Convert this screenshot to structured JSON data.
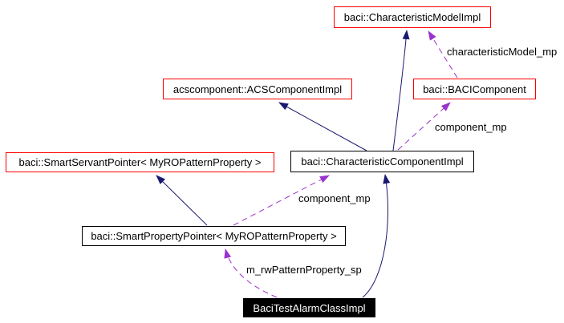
{
  "diagram": {
    "type": "collaboration-graph",
    "background": "#ffffff",
    "colors": {
      "inheritance_edge": "#191970",
      "usage_edge": "#9a32cd",
      "highlight_node_border": "#ff0000",
      "normal_node_border": "#000000",
      "current_node_fill": "#000000",
      "current_node_text": "#ffffff"
    },
    "nodes": [
      {
        "id": "characteristic_model_impl",
        "label": "baci::CharacteristicModelImpl",
        "border": "red"
      },
      {
        "id": "acs_component_impl",
        "label": "acscomponent::ACSComponentImpl",
        "border": "red"
      },
      {
        "id": "baci_component",
        "label": "baci::BACIComponent",
        "border": "red"
      },
      {
        "id": "smart_servant_pointer",
        "label": "baci::SmartServantPointer< MyROPatternProperty >",
        "border": "red"
      },
      {
        "id": "characteristic_component_impl",
        "label": "baci::CharacteristicComponentImpl",
        "border": "black"
      },
      {
        "id": "smart_property_pointer",
        "label": "baci::SmartPropertyPointer< MyROPatternProperty >",
        "border": "black"
      },
      {
        "id": "baci_test_alarm_class_impl",
        "label": "BaciTestAlarmClassImpl",
        "border": "black",
        "filled": true
      }
    ],
    "edges": [
      {
        "from": "characteristic_component_impl",
        "to": "acs_component_impl",
        "style": "solid",
        "label": ""
      },
      {
        "from": "characteristic_component_impl",
        "to": "characteristic_model_impl",
        "style": "solid",
        "label": ""
      },
      {
        "from": "baci_component",
        "to": "characteristic_model_impl",
        "style": "dashed",
        "label": "characteristicModel_mp"
      },
      {
        "from": "characteristic_component_impl",
        "to": "baci_component",
        "style": "dashed",
        "label": "component_mp"
      },
      {
        "from": "smart_property_pointer",
        "to": "smart_servant_pointer",
        "style": "solid",
        "label": ""
      },
      {
        "from": "smart_property_pointer",
        "to": "characteristic_component_impl",
        "style": "dashed",
        "label": "component_mp"
      },
      {
        "from": "baci_test_alarm_class_impl",
        "to": "characteristic_component_impl",
        "style": "solid",
        "label": ""
      },
      {
        "from": "baci_test_alarm_class_impl",
        "to": "smart_property_pointer",
        "style": "dashed",
        "label": "m_rwPatternProperty_sp"
      }
    ]
  }
}
